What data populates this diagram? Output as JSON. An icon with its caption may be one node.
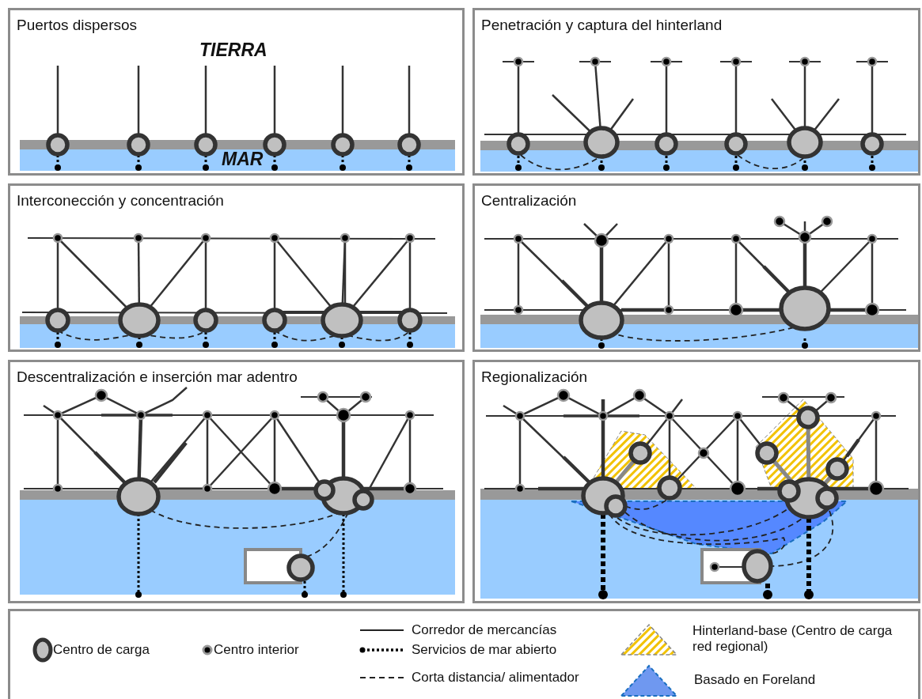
{
  "diagram": {
    "nodes": [
      {
        "text": [
          "Puertos dispersos"
        ]
      },
      {
        "text": [
          "Penetración y captura del hinterland"
        ]
      },
      {
        "text": [
          "Interconección y concentración"
        ]
      },
      {
        "text": [
          "Centralización"
        ]
      },
      {
        "text": [
          "Descentralización e inserción mar adentro"
        ]
      },
      {
        "text": [
          "Regionalización"
        ]
      }
    ],
    "labels": [
      "TIERRA",
      "MAR"
    ],
    "legend": [
      {
        "text": "Centro de carga"
      },
      {
        "text": "Centro interior"
      },
      {
        "text": "Corredor de mercancías"
      },
      {
        "text": "Servicios de mar abierto"
      },
      {
        "text": "Corta distancia/ alimentador"
      },
      {
        "text": "Hinterland-base (Centro de carga red regional)"
      },
      {
        "text": "Basado en Foreland"
      }
    ]
  }
}
